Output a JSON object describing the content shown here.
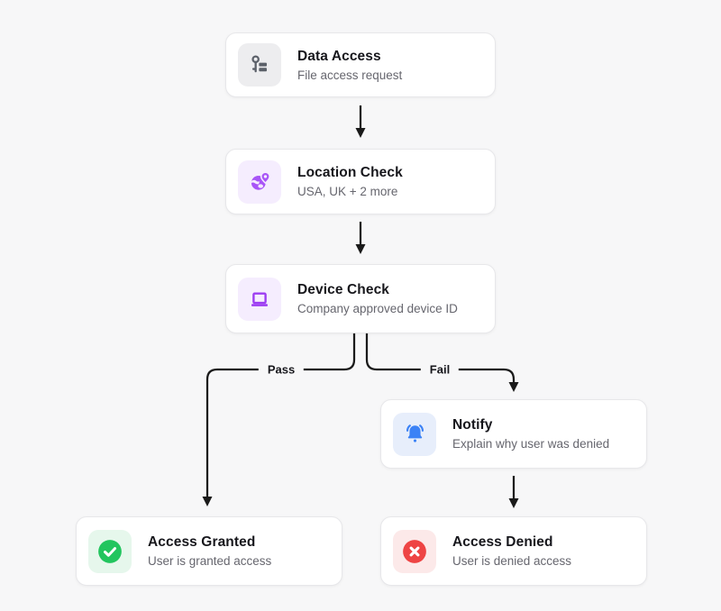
{
  "page": {
    "background_color": "#f7f7f8",
    "card_background": "#ffffff",
    "card_border_color": "#e7e7ea",
    "title_color": "#17171c",
    "subtitle_color": "#66666e",
    "connector_color": "#1a1a1a"
  },
  "flow": {
    "nodes": [
      {
        "id": "data-access",
        "title": "Data Access",
        "subtitle": "File access request",
        "icon": "key-icon",
        "tile_bg": "#ededef",
        "icon_color": "#5b6069"
      },
      {
        "id": "location-check",
        "title": "Location Check",
        "subtitle": "USA, UK + 2 more",
        "icon": "globe-pin-icon",
        "tile_bg": "#f5edfe",
        "icon_color": "#a855f7"
      },
      {
        "id": "device-check",
        "title": "Device Check",
        "subtitle": "Company approved device ID",
        "icon": "laptop-icon",
        "tile_bg": "#f5edfe",
        "icon_color": "#9d3ef2"
      },
      {
        "id": "notify",
        "title": "Notify",
        "subtitle": "Explain why user was denied",
        "icon": "bell-icon",
        "tile_bg": "#e7eefb",
        "icon_color": "#3b82f6"
      },
      {
        "id": "access-granted",
        "title": "Access Granted",
        "subtitle": "User is granted access",
        "icon": "check-circle-icon",
        "tile_bg": "#e6f7ec",
        "icon_color": "#22c55e"
      },
      {
        "id": "access-denied",
        "title": "Access Denied",
        "subtitle": "User is denied access",
        "icon": "x-circle-icon",
        "tile_bg": "#fce9e9",
        "icon_color": "#ee4444"
      }
    ],
    "edges": {
      "pass_label": "Pass",
      "fail_label": "Fail"
    }
  }
}
